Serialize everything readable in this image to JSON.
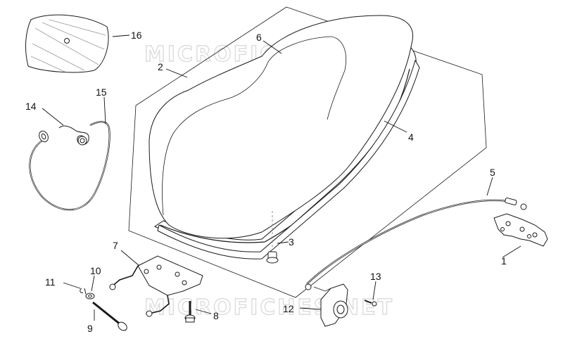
{
  "watermark": "MICROFICHES.NET",
  "callouts": [
    "1",
    "2",
    "3",
    "4",
    "5",
    "6",
    "7",
    "8",
    "9",
    "10",
    "11",
    "12",
    "13",
    "14",
    "15",
    "16"
  ]
}
